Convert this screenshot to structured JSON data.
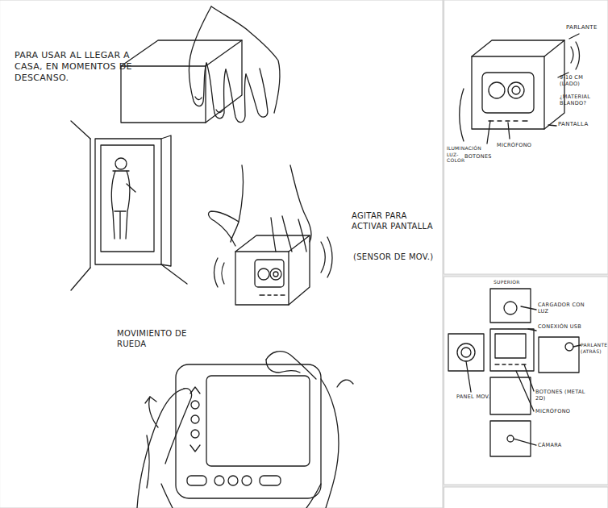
{
  "diagram": {
    "labels": [
      "PARA USAR AL LLEGAR A CASA, EN MOMENTOS DE DESCANSO.",
      "AGITAR PARA ACTIVAR PANTALLA",
      "(SENSOR DE MOV.)",
      "MOVIMIENTO DE RUEDA",
      "PARLANTE",
      "9-10 CM (LADO)",
      "¿MATERIAL BLANDO?",
      "PANTALLA",
      "MICRÓFONO",
      "BOTONES",
      "ILUMINACIÓN LUZ-COLOR",
      "SUPERIOR",
      "CARGADOR CON LUZ",
      "CONEXIÓN USB",
      "PARLANTE (ATRÁS)",
      "BOTONES (METAL 2D)",
      "MICRÓFONO",
      "CÁMARA",
      "PANEL MOV."
    ]
  }
}
